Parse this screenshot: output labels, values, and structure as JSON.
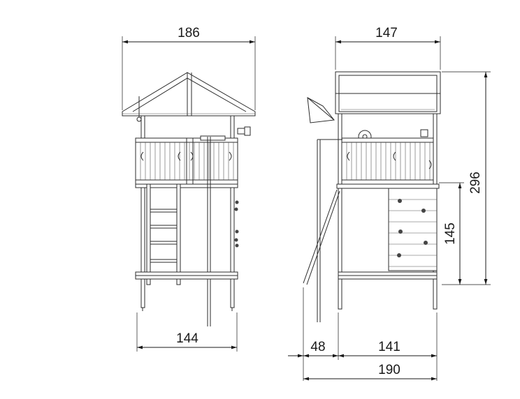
{
  "dimensions": {
    "front_top_width": "186",
    "front_base_width": "144",
    "side_top_width": "147",
    "total_height": "296",
    "platform_height": "145",
    "slide_offset": "48",
    "side_base_width": "141",
    "total_depth": "190"
  }
}
